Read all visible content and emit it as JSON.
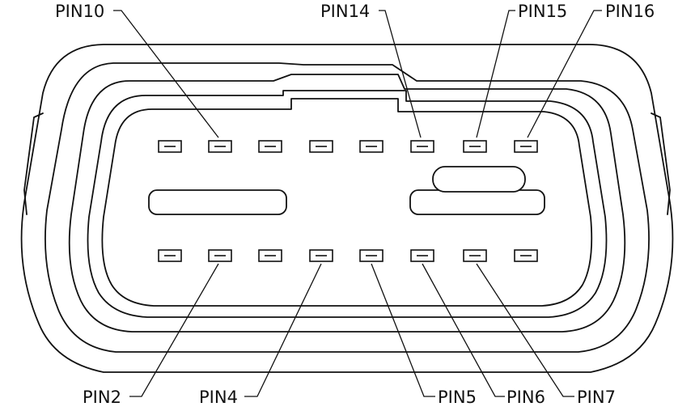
{
  "labels": {
    "pin10": "PIN10",
    "pin14": "PIN14",
    "pin15": "PIN15",
    "pin16": "PIN16",
    "pin2": "PIN2",
    "pin4": "PIN4",
    "pin5": "PIN5",
    "pin6": "PIN6",
    "pin7": "PIN7"
  },
  "colors": {
    "line": "#111111",
    "background": "#ffffff"
  }
}
